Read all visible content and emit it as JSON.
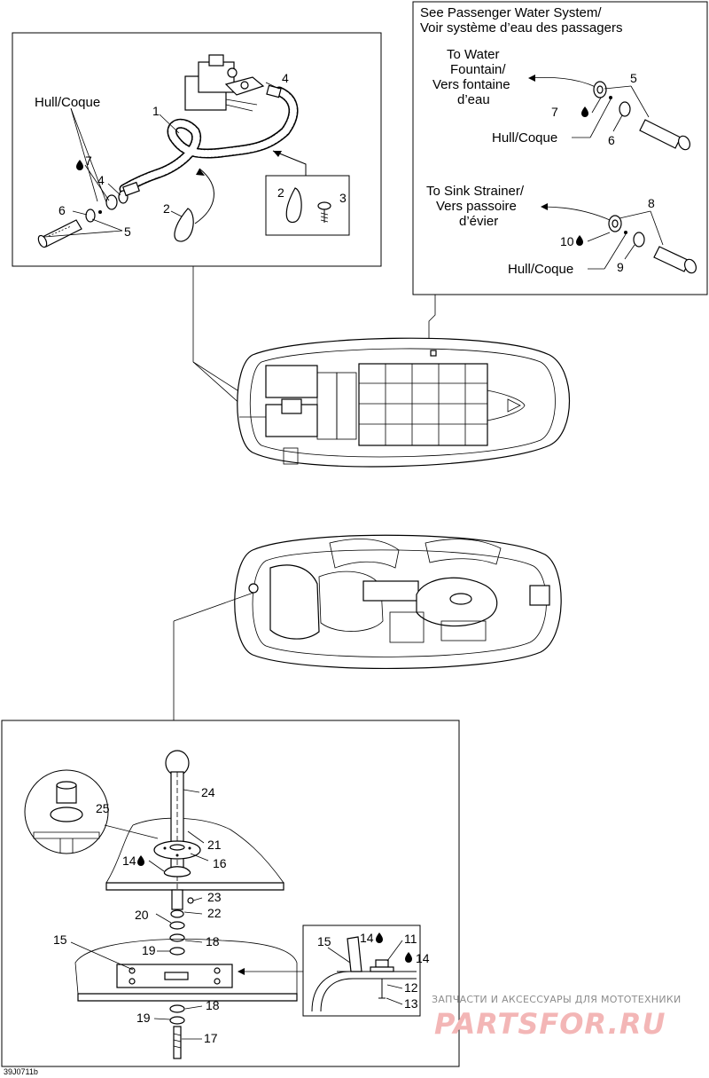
{
  "diagram_id": "39J0711b",
  "panel_top_right": {
    "title_line1": "See Passenger Water System/",
    "title_line2": "Voir système d’eau des passagers",
    "to_water_line1": "To Water",
    "to_water_line2": "Fountain/",
    "to_water_line3": "Vers fontaine",
    "to_water_line4": "d’eau",
    "hull1": "Hull/Coque",
    "to_sink_line1": "To Sink Strainer/",
    "to_sink_line2": "Vers passoire",
    "to_sink_line3": "d’évier",
    "hull2": "Hull/Coque",
    "callouts": [
      "5",
      "7",
      "6",
      "8",
      "10",
      "9"
    ]
  },
  "panel_top_left": {
    "hull": "Hull/Coque",
    "callouts": [
      "1",
      "4",
      "4",
      "7",
      "6",
      "5",
      "2",
      "2",
      "3"
    ]
  },
  "panel_bottom": {
    "callouts": [
      "24",
      "25",
      "21",
      "14",
      "16",
      "23",
      "22",
      "20",
      "15",
      "18",
      "19",
      "18",
      "19",
      "17"
    ]
  },
  "detail_inset": {
    "callouts": [
      "15",
      "14",
      "11",
      "14",
      "12",
      "13"
    ]
  },
  "watermark": {
    "line1": "ЗАПЧАСТИ И АКСЕССУАРЫ ДЛЯ МОТОТЕХНИКИ",
    "line2": "PARTSFOR.RU"
  },
  "colors": {
    "ink": "#000000",
    "paper": "#ffffff",
    "watermark_red": "#f3b6b6",
    "watermark_gray": "#8c8c8c"
  }
}
